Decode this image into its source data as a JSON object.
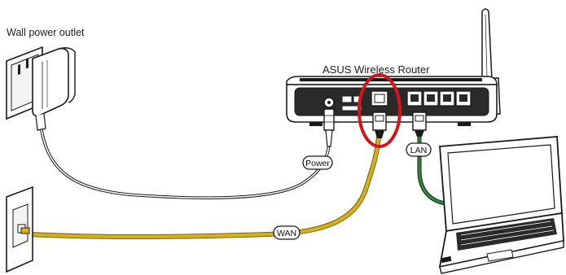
{
  "labels": {
    "outlet": "Wall power outlet",
    "router": "ASUS Wireless Router",
    "power": "Power",
    "lan": "LAN",
    "wan": "WAN"
  },
  "icons": {
    "outlet": "wall-outlet-icon",
    "adapter": "power-adapter-icon",
    "router": "router-icon",
    "laptop": "laptop-icon",
    "modem_jack": "wall-jack-icon"
  },
  "colors": {
    "line": "#1a1a1a",
    "wan_cable": "#d6b11f",
    "wan_cable_dark": "#7a6410",
    "lan_cable": "#2f8a3a",
    "highlight": "#d4141c",
    "power_cable": "#6e6e6e"
  }
}
